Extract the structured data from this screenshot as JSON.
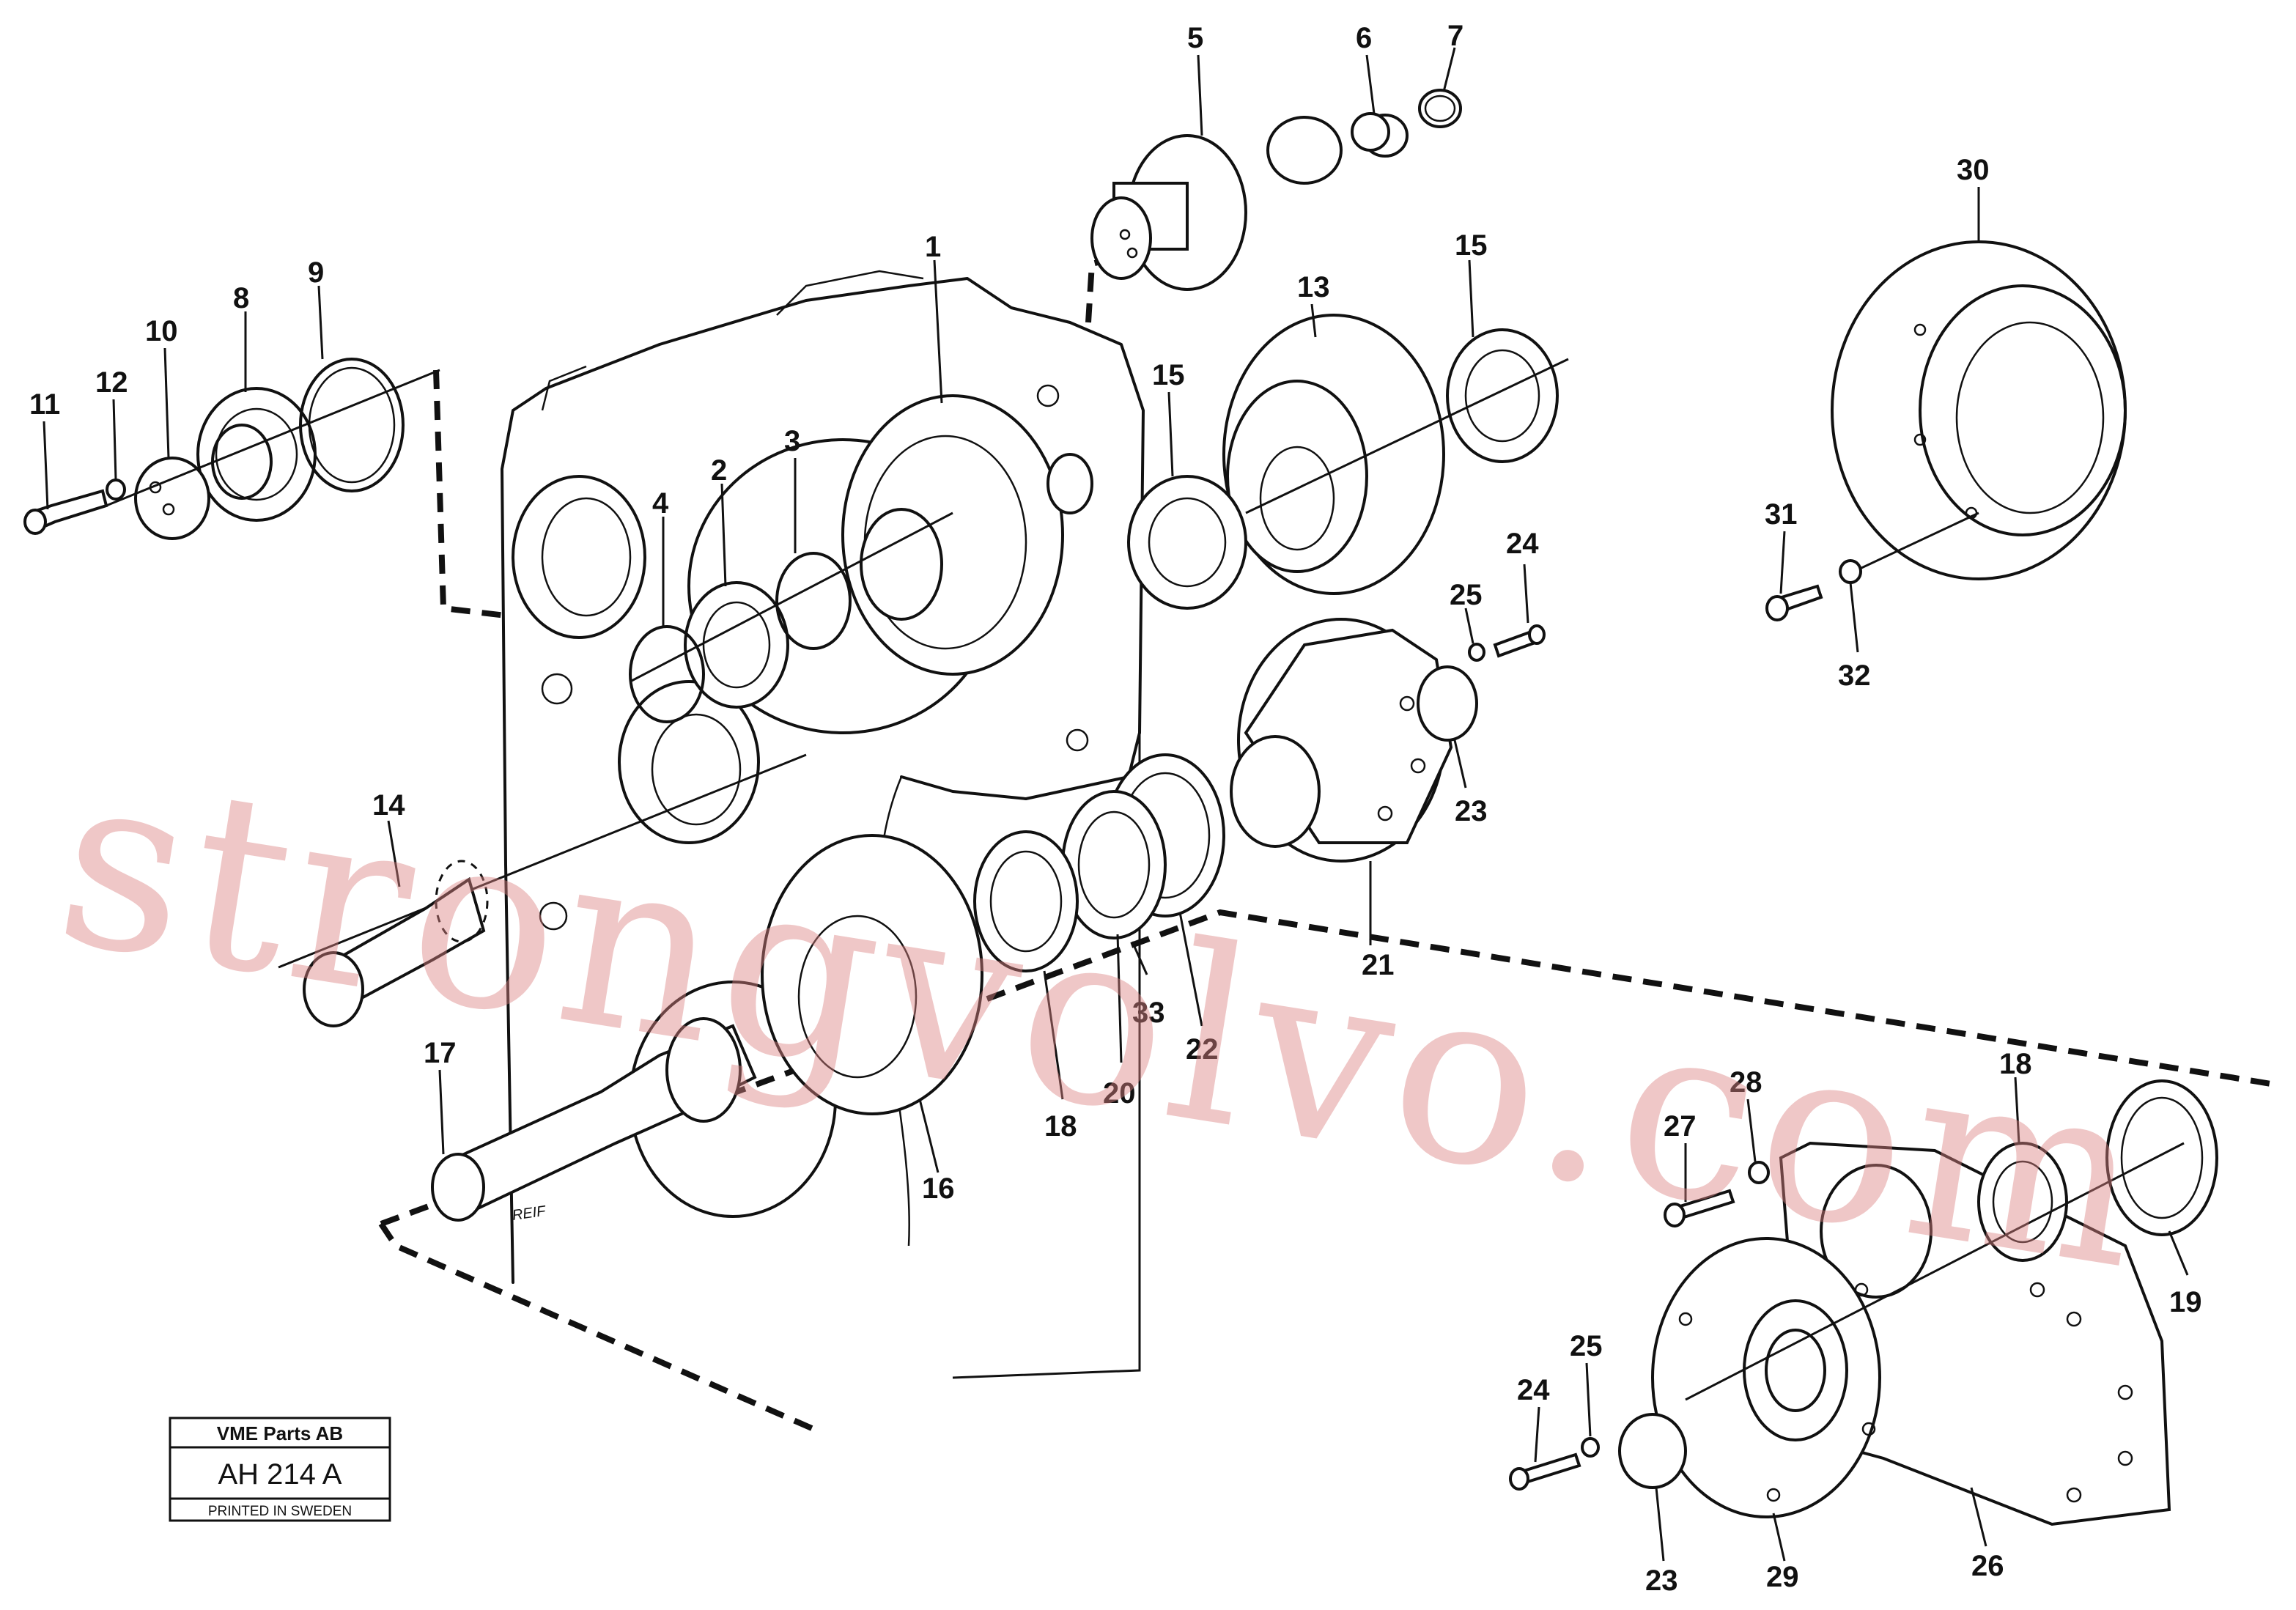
{
  "diagram": {
    "callouts": [
      "1",
      "2",
      "3",
      "4",
      "5",
      "6",
      "7",
      "8",
      "9",
      "10",
      "11",
      "12",
      "13",
      "14",
      "15",
      "15",
      "16",
      "17",
      "18",
      "18",
      "19",
      "20",
      "21",
      "22",
      "23",
      "23",
      "24",
      "24",
      "25",
      "25",
      "26",
      "27",
      "28",
      "29",
      "30",
      "31",
      "32",
      "33"
    ],
    "stamp": {
      "company": "VME Parts AB",
      "code": "AH 214 A",
      "printed": "PRINTED IN SWEDEN"
    },
    "watermark": "strongvolvo.com",
    "shaft_marking": "REIF"
  }
}
